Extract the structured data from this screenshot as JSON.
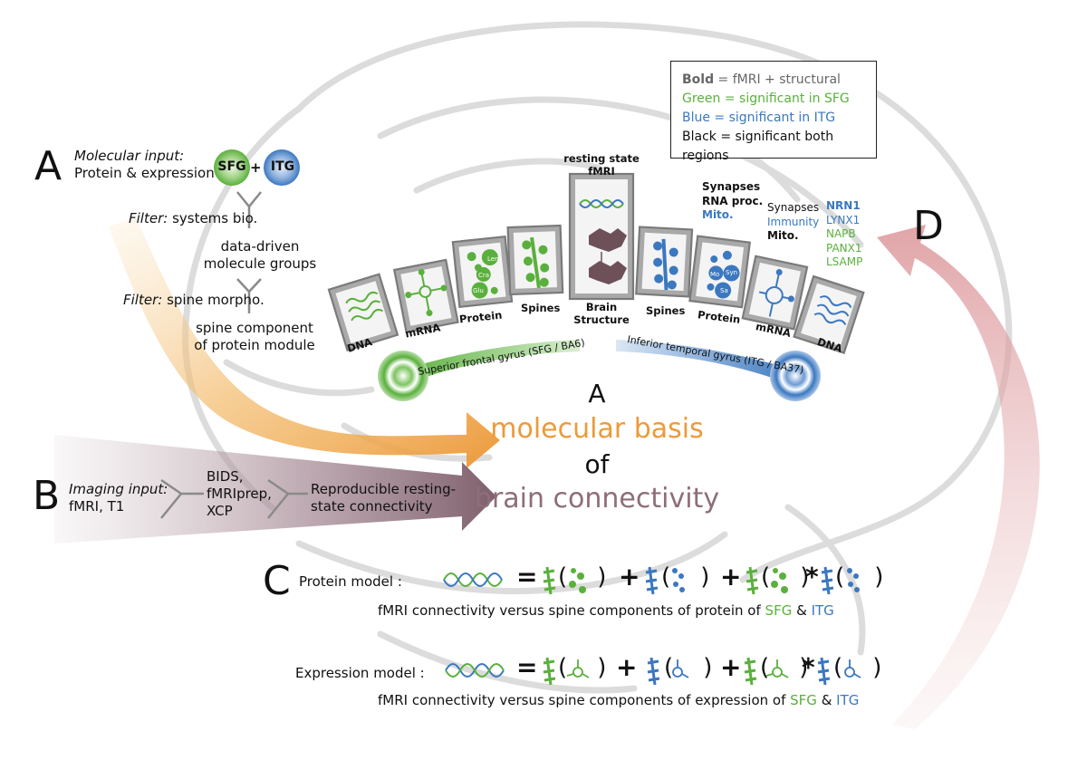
{
  "legend": {
    "bold_prefix": "Bold",
    "bold_rest": " = fMRI + structural",
    "green": "Green = significant in SFG",
    "blue": "Blue = significant in ITG",
    "black": "Black = significant both regions"
  },
  "panel_a": {
    "letter": "A",
    "input_label": "Molecular input:",
    "input_value": "Protein & expression",
    "sfg_badge": "SFG",
    "plus": "+",
    "itg_badge": "ITG",
    "filter1_label": "Filter:",
    "filter1_value": " systems bio.",
    "groups_line1": "data-driven",
    "groups_line2": "molecule groups",
    "filter2_label": "Filter:",
    "filter2_value": " spine morpho.",
    "component_line1": "spine component",
    "component_line2": "of protein module"
  },
  "panel_b": {
    "letter": "B",
    "input_label": "Imaging input:",
    "input_value": "fMRI, T1",
    "tools_line1": "BIDS,",
    "tools_line2": "fMRIprep,",
    "tools_line3": "XCP",
    "output_line1": "Reproducible resting-",
    "output_line2": "state connectivity"
  },
  "panel_c": {
    "letter": "C",
    "protein_model_label": "Protein model :",
    "protein_caption_pre": "fMRI connectivity versus spine components of protein of ",
    "protein_caption_sfg": "SFG",
    "protein_caption_amp": " & ",
    "protein_caption_itg": "ITG",
    "expression_model_label": "Expression model :",
    "expression_caption_pre": "fMRI connectivity versus spine components of expression of ",
    "expression_caption_sfg": "SFG",
    "expression_caption_amp": " & ",
    "expression_caption_itg": "ITG",
    "eq": "=",
    "plus": "+",
    "times": "*"
  },
  "panel_d": {
    "letter": "D"
  },
  "title": {
    "line1": "A",
    "line2": "molecular basis",
    "line3": "of",
    "line4": "brain connectivity"
  },
  "arc": {
    "cards": [
      "DNA",
      "mRNA",
      "Protein",
      "Spines",
      "Spines",
      "Protein",
      "mRNA",
      "DNA"
    ],
    "center_top_line1": "resting state",
    "center_top_line2": "fMRI",
    "center_bottom_line1": "Brain",
    "center_bottom_line2": "Structure",
    "sfg_band": "Superior frontal gyrus (SFG / BA6)",
    "itg_band": "Inferior temporal gyrus (ITG / BA37)",
    "protein_labels": [
      "Len",
      "Cra",
      "Glu"
    ],
    "protein_labels_itg": [
      "Mo",
      "Syn",
      "Sa"
    ]
  },
  "annotations": {
    "spine_protein_line1": "Synapses",
    "spine_protein_line2": "RNA proc.",
    "spine_protein_line3": "Mito.",
    "mrna_line1": "Synapses",
    "mrna_line2": "Immunity",
    "mrna_line3": "Mito.",
    "genes": [
      "NRN1",
      "LYNX1",
      "NAPB",
      "PANX1",
      "LSAMP"
    ]
  },
  "colors": {
    "green": "#5ab03c",
    "blue": "#3b78c0",
    "orange": "#ec9a3a",
    "mauve": "#8d6e79",
    "pink": "#d9a6a6",
    "card_gray": "#a9a9a9"
  }
}
